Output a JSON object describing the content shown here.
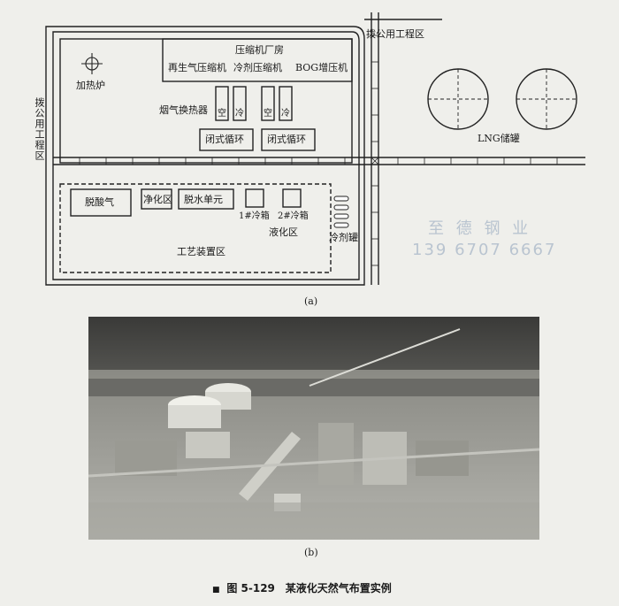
{
  "diagram": {
    "compressor_house": "压缩机厂房",
    "regen_compressor": "再生气压缩机",
    "refrigerant_compressor": "冷剂压缩机",
    "bog_compressor": "BOG增压机",
    "heater": "加热炉",
    "flue_gas_exchanger": "烟气换热器",
    "air_cooler_label": "空",
    "cooler_label": "冷",
    "closed_loop_1": "闭式循环",
    "closed_loop_2": "闭式循环",
    "deacid": "脱酸气",
    "purify": "净化区",
    "dehydrate": "脱水单元",
    "coldbox_1": "1#冷箱",
    "coldbox_2": "2#冷箱",
    "liquefaction_area": "液化区",
    "refrigerant_tank": "冷剂罐",
    "process_area": "工艺装置区",
    "utility_area_left": "拨公用工程区",
    "utility_area_top": "拨公用工程区",
    "lng_tank": "LNG储罐"
  },
  "label_a": "(a)",
  "label_b": "(b)",
  "watermark": {
    "line1": "至 德 钢 业",
    "line2": "139 6707 6667"
  },
  "caption": {
    "marker": "■",
    "figure_no": "图 5-129",
    "title": "某液化天然气布置实例"
  }
}
